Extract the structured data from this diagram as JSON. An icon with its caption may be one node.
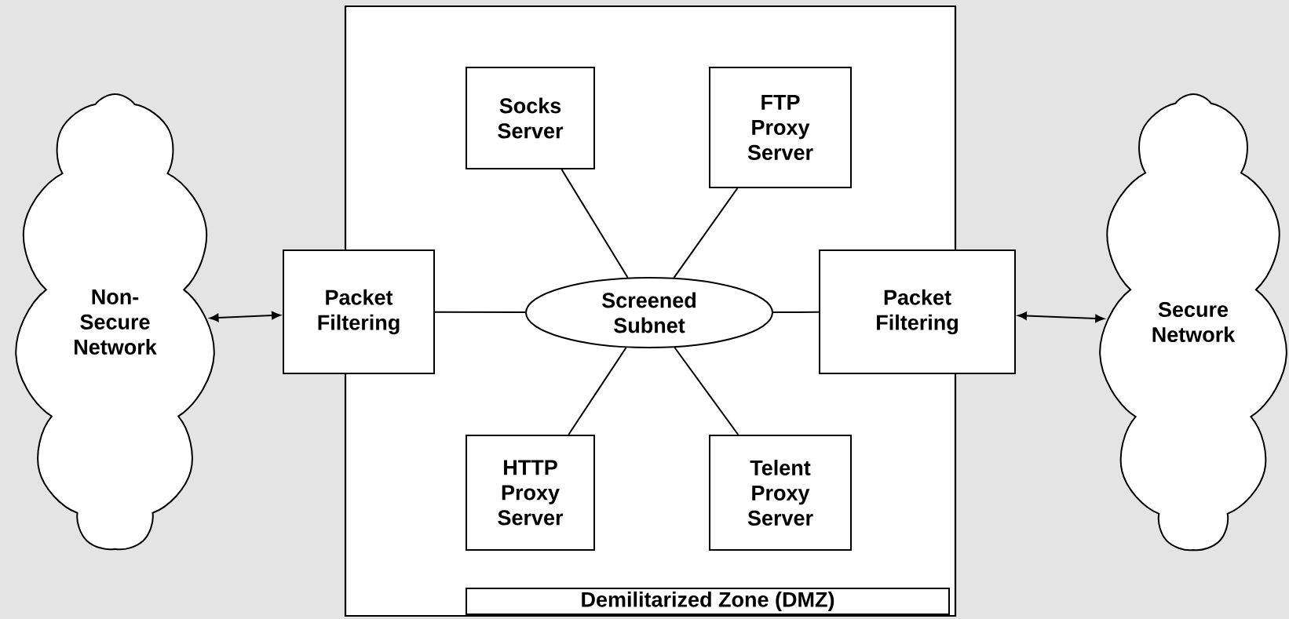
{
  "diagram": {
    "nodes": [
      {
        "text": [
          "Non- Secure Network"
        ]
      },
      {
        "text": [
          "Demilitarized Zone (DMZ)"
        ]
      },
      {
        "text": [
          "Socks Server"
        ],
        "in": 1
      },
      {
        "text": [
          "FTP Proxy Server"
        ],
        "in": 1
      },
      {
        "text": [
          "Packet Filtering"
        ]
      },
      {
        "text": [
          "Screened Subnet"
        ],
        "in": 1
      },
      {
        "text": [
          "Packet Filtering"
        ]
      },
      {
        "text": [
          "HTTP Proxy Server"
        ],
        "in": 1
      },
      {
        "text": [
          "Telent Proxy Server"
        ],
        "in": 1
      },
      {
        "text": [
          "Secure Network"
        ]
      }
    ],
    "edges": [
      {
        "from": 0,
        "to": 4,
        "arrow": "both"
      },
      {
        "from": 4,
        "to": 5,
        "arrow": "none"
      },
      {
        "from": 5,
        "to": 2,
        "arrow": "none"
      },
      {
        "from": 5,
        "to": 3,
        "arrow": "none"
      },
      {
        "from": 5,
        "to": 6,
        "arrow": "none"
      },
      {
        "from": 5,
        "to": 7,
        "arrow": "none"
      },
      {
        "from": 5,
        "to": 8,
        "arrow": "none"
      },
      {
        "from": 6,
        "to": 9,
        "arrow": "both"
      }
    ]
  }
}
